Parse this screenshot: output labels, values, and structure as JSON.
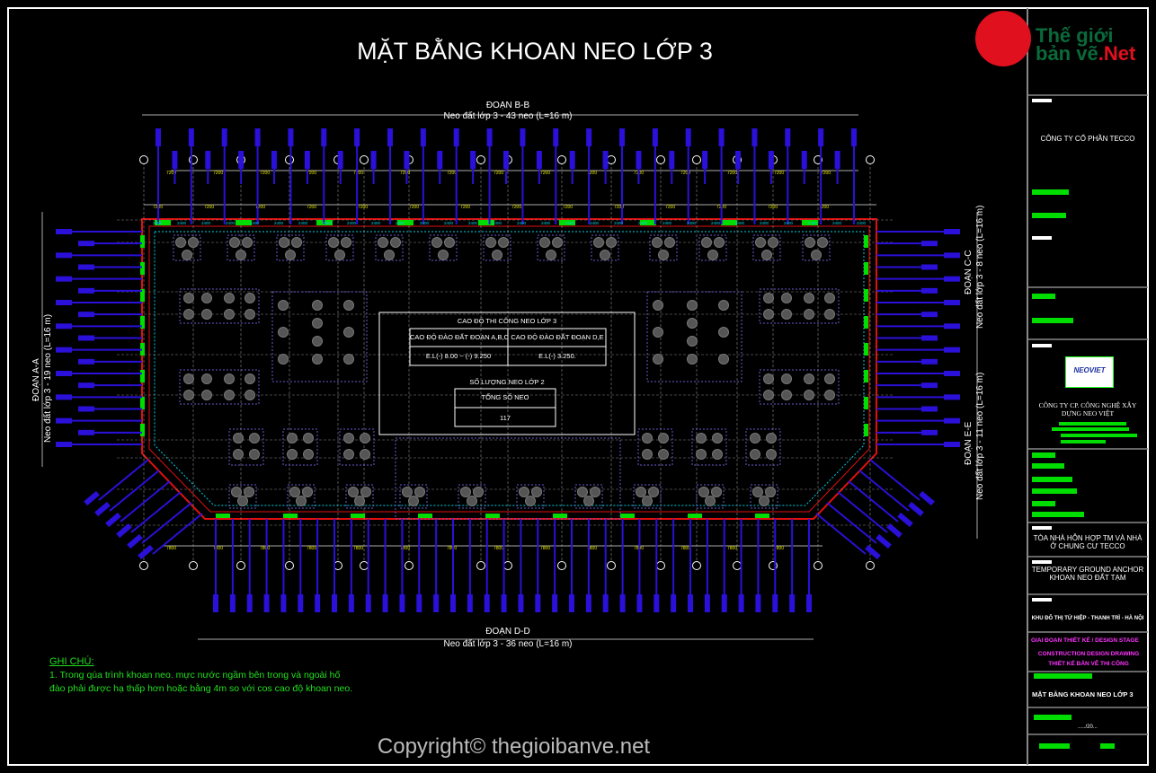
{
  "title": "MẶT BẰNG KHOAN NEO LỚP 3",
  "sections": {
    "top": {
      "name": "ĐOẠN B-B",
      "desc": "Neo đất lớp 3 - 43 neo (L=16 m)",
      "count": 43
    },
    "bottom": {
      "name": "ĐOẠN D-D",
      "desc": "Neo đất lớp 3 - 36 neo (L=16 m)",
      "count": 36
    },
    "left": {
      "name": "ĐOẠN A-A",
      "desc": "Neo đất lớp 3 - 19 neo (L=16 m)",
      "count": 19
    },
    "right_top": {
      "name": "ĐOẠN C-C",
      "desc": "Neo đất lớp 3 - 8 neo (L=16 m)",
      "count": 8
    },
    "right_bottom": {
      "name": "ĐOẠN E-E",
      "desc": "Neo đất lớp 3 - 11 neo (L=16 m)",
      "count": 11
    }
  },
  "center_table": {
    "heading": "CAO ĐỘ THI CÔNG NEO LỚP 3",
    "col1_header": "CAO ĐỘ ĐÀO ĐẤT ĐOẠN A,B,C",
    "col2_header": "CAO ĐỘ ĐÀO ĐẤT ĐOẠN D,E",
    "col1_value": "E.L(-) 8.00 ~ (-) 9.250",
    "col2_value": "E.L(-) 3.250.",
    "count_heading": "SỐ LƯỢNG NEO LỚP 2",
    "count_header": "TỔNG SỐ NEO",
    "count_value": "117"
  },
  "notes": {
    "heading": "GHI CHÚ:",
    "line1": "1. Trong qúa trình khoan neo. mực nước ngầm bên trong và ngoài hố",
    "line2": "đào phải được hạ thấp hơn hoặc bằng 4m so với cos cao độ khoan neo."
  },
  "title_block": {
    "logo_text_1": "Thế giới",
    "logo_text_2": "bản vẽ",
    "logo_text_3": ".Net",
    "owner": "CÔNG TY CỔ PHẦN TECCO",
    "contractor": "CÔNG TY CP. CÔNG NGHỆ XÂY DỰNG NEO VIỆT",
    "contractor_logo": "NEOVIET",
    "project": "TÒA NHÀ HỖN HỢP TM VÀ NHÀ Ở CHUNG CƯ TECCO",
    "item": "TEMPORARY GROUND ANCHOR KHOAN NEO ĐẤT TẠM",
    "location": "KHU ĐÔ THỊ TỨ HIỆP - THANH TRÌ - HÀ NỘI",
    "stage_1": "GIAI ĐOẠN THIẾT KẾ / DESIGN STAGE",
    "stage_2": "CONSTRUCTION DESIGN DRAWING",
    "stage_3": "THIẾT KẾ BẢN VẼ THI CÔNG",
    "drawing_title": "MẶT BẰNG KHOAN NEO LỚP 3",
    "date": "...../20..."
  },
  "copyright": "Copyright© thegioibanve.net",
  "colors": {
    "anchor": "#2a10d8",
    "wall": "#e01010",
    "dim": "#e6e600",
    "green": "#00dd00",
    "cyan": "#00d0e0",
    "grid": "#8a8a8a"
  }
}
